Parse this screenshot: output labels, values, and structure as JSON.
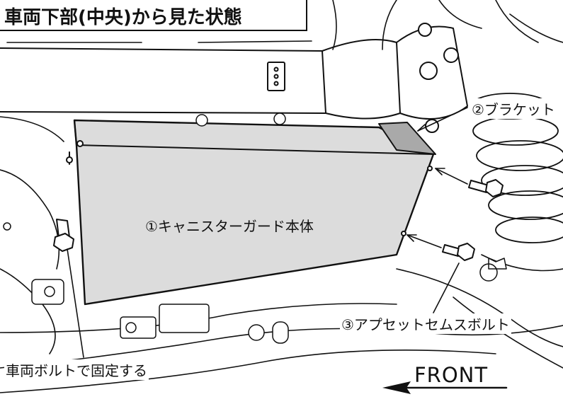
{
  "title": "車両下部(中央)から見た状態",
  "labels": {
    "guard": "①キャニスターガード本体",
    "bracket": "②ブラケット",
    "bolt": "③アプセットセムスボルト",
    "vehicle_bolt": "車両ボルトで固定する",
    "front": "FRONT"
  },
  "colors": {
    "line": "#111111",
    "guard_fill": "#dcdcdc",
    "bracket_fill": "#a9a9a9",
    "background": "#ffffff"
  },
  "icons": {
    "front_arrow": "arrow-left-icon",
    "bolt": "hex-bolt-icon"
  }
}
